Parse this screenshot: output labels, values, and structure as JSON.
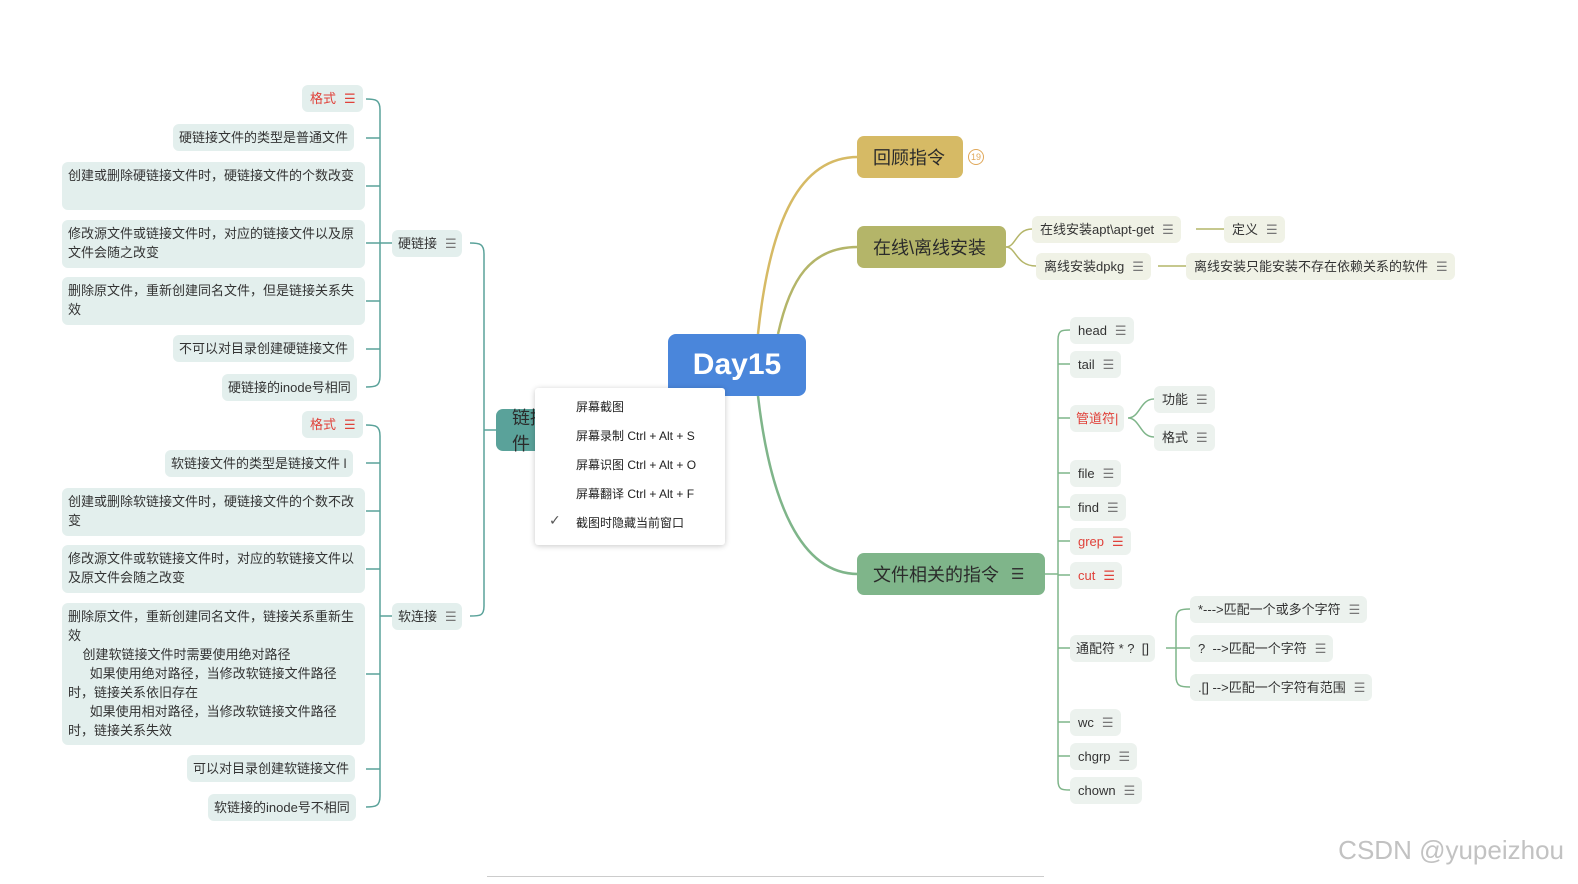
{
  "root": {
    "label": "Day15"
  },
  "branches": {
    "review": {
      "label": "回顾指令",
      "badge": "19",
      "color": "#d6ba65"
    },
    "install": {
      "label": "在线\\离线安装",
      "color": "#b4b569"
    },
    "files": {
      "label": "文件相关的指令",
      "color": "#7fb58a"
    },
    "links": {
      "label": "链接文件",
      "color": "#5aa29a"
    }
  },
  "install_nodes": {
    "online": "在线安装apt\\apt-get",
    "online_def": "定义",
    "offline": "离线安装dpkg",
    "offline_note": "离线安装只能安装不存在依赖关系的软件"
  },
  "file_nodes": {
    "head": "head",
    "tail": "tail",
    "pipe": "管道符|",
    "pipe_func": "功能",
    "pipe_fmt": "格式",
    "file": "file",
    "find": "find",
    "grep": "grep",
    "cut": "cut",
    "wildcard": "通配符 * ?  []",
    "wc_star": "*--->匹配一个或多个字符",
    "wc_q": "?  -->匹配一个字符",
    "wc_br": ".[] -->匹配一个字符有范围",
    "wc": "wc",
    "chgrp": "chgrp",
    "chown": "chown"
  },
  "hard_link": {
    "label": "硬链接",
    "items": [
      "格式",
      "硬链接文件的类型是普通文件",
      "创建或删除硬链接文件时，硬链接文件的个数改变",
      "修改源文件或链接文件时，对应的链接文件以及原文件会随之改变",
      "删除原文件，重新创建同名文件，但是链接关系失效",
      "不可以对目录创建硬链接文件",
      "硬链接的inode号相同"
    ]
  },
  "soft_link": {
    "label": "软连接",
    "items": [
      "格式",
      "软链接文件的类型是链接文件 l",
      "创建或删除软链接文件时，硬链接文件的个数不改变",
      "修改源文件或软链接文件时，对应的软链接文件以及原文件会随之改变",
      "删除原文件，重新创建同名文件，链接关系重新生效\n    创建软链接文件时需要使用绝对路径\n      如果使用绝对路径，当修改软链接文件路径时，链接关系依旧存在\n      如果使用相对路径，当修改软链接文件路径时，链接关系失效",
      "可以对目录创建软链接文件",
      "软链接的inode号不相同"
    ]
  },
  "context_menu": {
    "items": [
      "屏幕截图",
      "屏幕录制 Ctrl + Alt + S",
      "屏幕识图 Ctrl + Alt + O",
      "屏幕翻译 Ctrl + Alt + F",
      "截图时隐藏当前窗口"
    ],
    "checked_index": 4
  },
  "watermark": "CSDN @yupeizhou",
  "colors": {
    "root": "#4a86db",
    "red_text": "#e0413a",
    "node_bg": "#e3efed"
  }
}
